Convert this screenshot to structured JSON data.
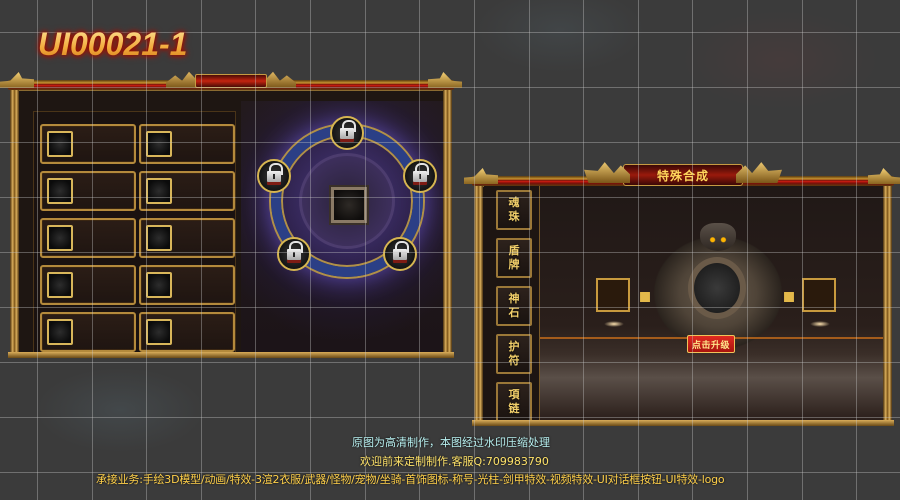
{
  "header": {
    "title": "UI00021-1"
  },
  "left_panel": {
    "slot_rows": 5,
    "slot_columns": 2,
    "slots": [
      {
        "state": "empty"
      },
      {
        "state": "empty"
      },
      {
        "state": "empty"
      },
      {
        "state": "empty"
      },
      {
        "state": "empty"
      },
      {
        "state": "empty"
      },
      {
        "state": "empty"
      },
      {
        "state": "empty"
      },
      {
        "state": "empty"
      },
      {
        "state": "empty"
      }
    ],
    "ring": {
      "center_slot": "empty",
      "lock_nodes": [
        {
          "position": "top",
          "icon": "lock-icon",
          "state": "locked"
        },
        {
          "position": "upper-left",
          "icon": "lock-icon",
          "state": "locked"
        },
        {
          "position": "upper-right",
          "icon": "lock-icon",
          "state": "locked"
        },
        {
          "position": "lower-left",
          "icon": "lock-icon",
          "state": "locked"
        },
        {
          "position": "lower-right",
          "icon": "lock-icon",
          "state": "locked"
        }
      ]
    }
  },
  "right_panel": {
    "title": "特殊合成",
    "tabs": [
      {
        "label_top": "魂",
        "label_bottom": "珠"
      },
      {
        "label_top": "盾",
        "label_bottom": "牌"
      },
      {
        "label_top": "神",
        "label_bottom": "石"
      },
      {
        "label_top": "护",
        "label_bottom": "符"
      },
      {
        "label_top": "項",
        "label_bottom": "链"
      }
    ],
    "left_material_slot": "empty",
    "right_material_slot": "empty",
    "upgrade_button": "点击升级"
  },
  "footer": {
    "line1": "原图为高清制作，本图经过水印压缩处理",
    "line2": "欢迎前来定制制作.客服Q:709983790",
    "line3": "承接业务:手绘3D模型/动画/特效-3渲2衣服/武器/怪物/宠物/坐骑-首饰图标-称号-光柱-剑甲特效-视频特效-UI对话框按钮-UI特效-logo"
  },
  "colors": {
    "background": "#3b3b3b",
    "gold": "#d6b551",
    "frame_red": "#d41f12",
    "title_text": "#ffcf5a",
    "footer_cyan": "#b8f0f0",
    "footer_yellow": "#ffe36a"
  }
}
